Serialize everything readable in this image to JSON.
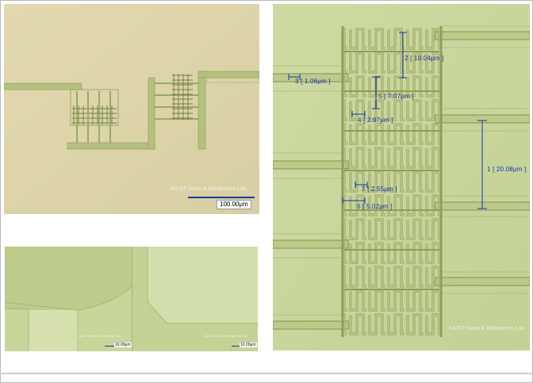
{
  "panel_overview": {
    "scale_label": "100.00μm",
    "watermark": "KAIST Nano & Electronics Lab"
  },
  "panel_bottom_left": {
    "scale_label": "10.00μm",
    "watermark": "KAIST Nano & Electronics Lab"
  },
  "panel_bottom_right": {
    "scale_label": "10.00μm",
    "watermark": "KAIST Nano & Electronics Lab"
  },
  "panel_zoom": {
    "watermark": "KAIST Nano & Electronics Lab",
    "measurements": [
      {
        "id": "1",
        "text": "1 [ 20.08μm ]"
      },
      {
        "id": "2",
        "text": "2 [ 10.04μm ]"
      },
      {
        "id": "3",
        "text": "3 [ 1.06μm ]"
      },
      {
        "id": "4",
        "text": "4 [ 2.97μm ]"
      },
      {
        "id": "5",
        "text": "5 [ 7.07μm ]"
      },
      {
        "id": "6",
        "text": "6 [ 5.02μm ]"
      },
      {
        "id": "7",
        "text": "7 [ 2.55μm ]"
      }
    ]
  },
  "colors": {
    "overview_bg": "#dcd3a8",
    "trace": "#aebc78",
    "zoom_bg": "#c9d6a0",
    "measure": "#1a2fb0"
  }
}
